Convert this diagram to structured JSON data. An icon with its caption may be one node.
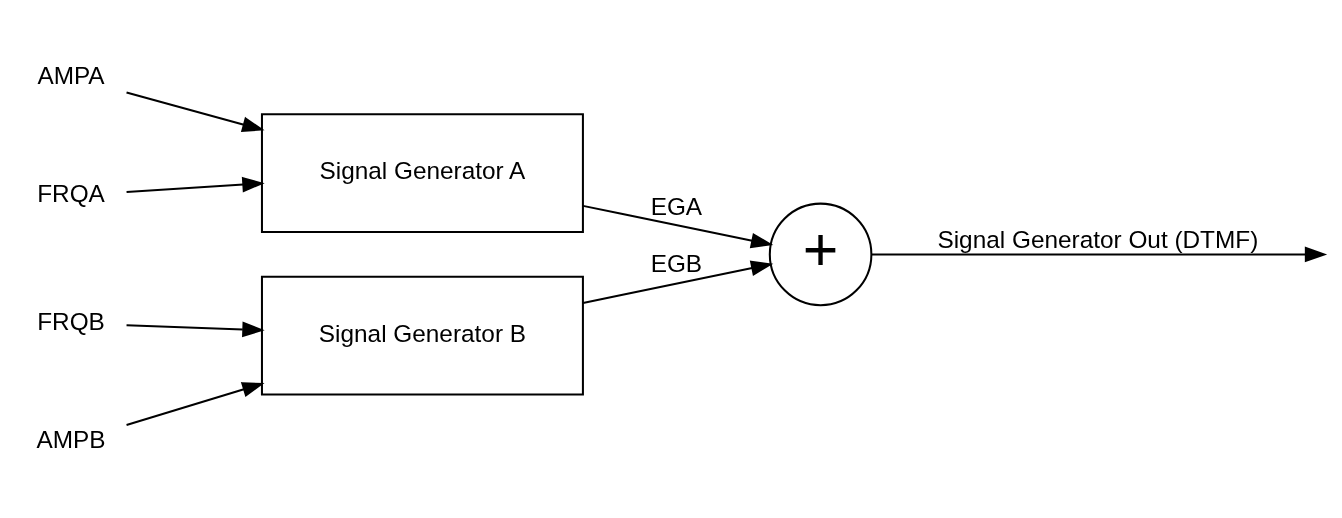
{
  "diagram": {
    "nodes": [
      {
        "text": [
          "AMPA"
        ]
      },
      {
        "text": [
          "FRQA"
        ]
      },
      {
        "text": [
          "Signal Generator A"
        ]
      },
      {
        "text": [
          "AMPB"
        ]
      },
      {
        "text": [
          "FRQB"
        ]
      },
      {
        "text": [
          "Signal Generator B"
        ]
      },
      {
        "text": [
          "+"
        ]
      }
    ],
    "edges": [
      {
        "from": 0,
        "to": 2,
        "arrow": "to"
      },
      {
        "from": 1,
        "to": 2,
        "arrow": "to"
      },
      {
        "from": 3,
        "to": 5,
        "arrow": "to"
      },
      {
        "from": 4,
        "to": 5,
        "arrow": "to"
      },
      {
        "from": 2,
        "to": 6,
        "arrow": "to",
        "label": "EGA"
      },
      {
        "from": 5,
        "to": 6,
        "arrow": "to",
        "label": "EGB"
      },
      {
        "from": 6,
        "to": null,
        "arrow": "to",
        "label": "Signal Generator Out (DTMF)"
      }
    ]
  }
}
